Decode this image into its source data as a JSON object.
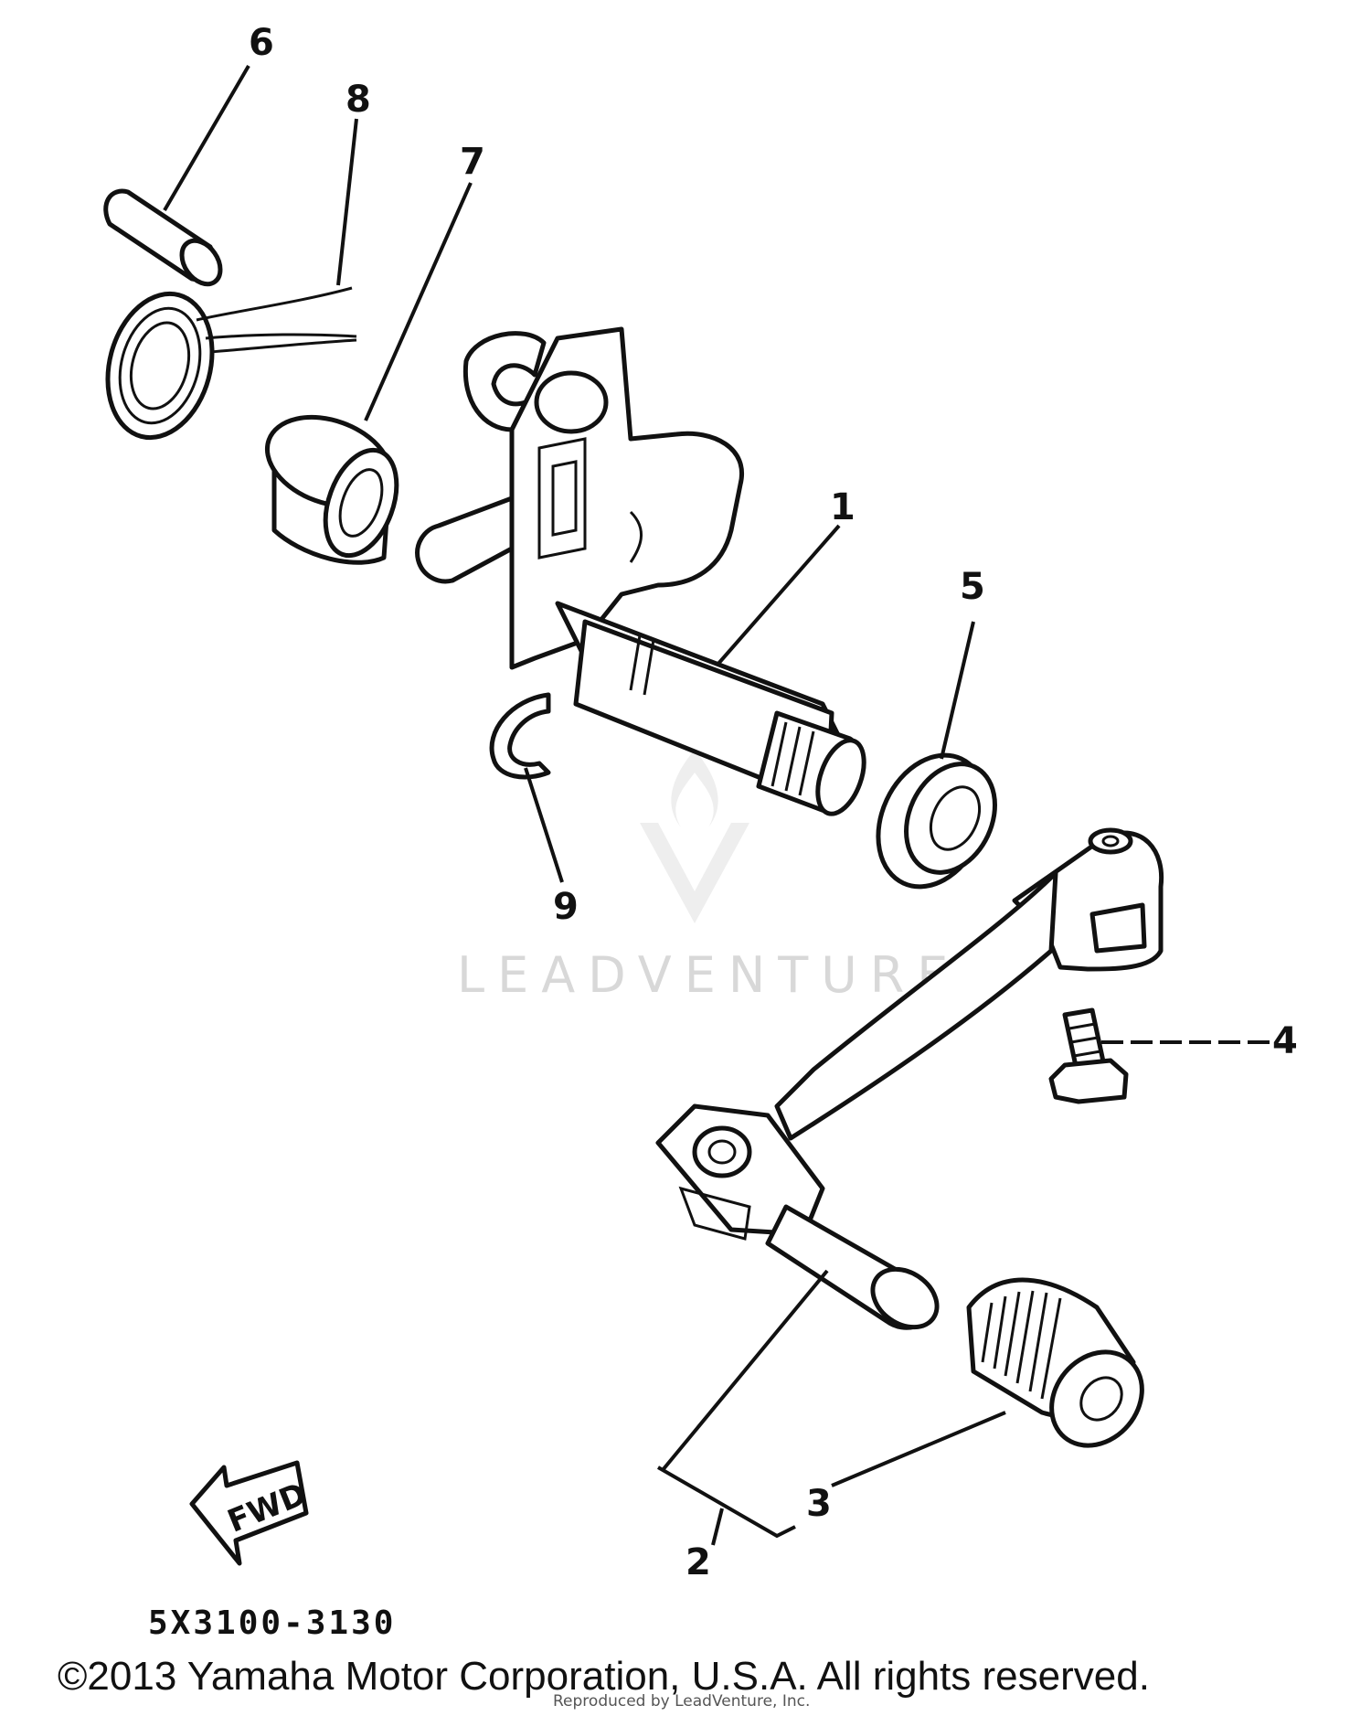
{
  "callouts": {
    "c1": "1",
    "c2": "2",
    "c3": "3",
    "c4": "4",
    "c5": "5",
    "c6": "6",
    "c7": "7",
    "c8": "8",
    "c9": "9"
  },
  "fwd_label": "FWD",
  "diagram_code": "5X3100-3130",
  "copyright": "©2013 Yamaha Motor Corporation, U.S.A. All rights reserved.",
  "watermark": {
    "brand": "LEADVENTURE",
    "credit": "Reproduced by LeadVenture, Inc."
  }
}
